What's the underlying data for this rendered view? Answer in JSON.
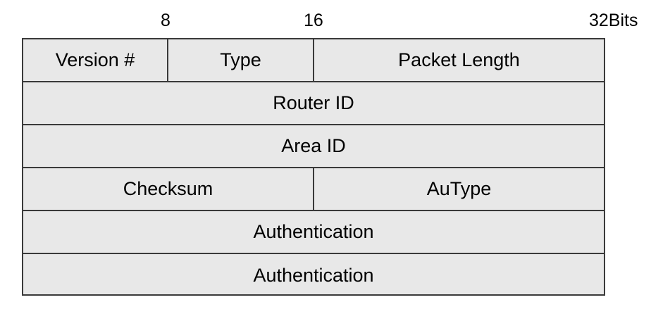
{
  "bit_markers": [
    "8",
    "16",
    "32Bits"
  ],
  "rows": [
    {
      "fields": [
        "Version #",
        "Type",
        "Packet Length"
      ]
    },
    {
      "fields": [
        "Router ID"
      ]
    },
    {
      "fields": [
        "Area ID"
      ]
    },
    {
      "fields": [
        "Checksum",
        "AuType"
      ]
    },
    {
      "fields": [
        "Authentication"
      ]
    },
    {
      "fields": [
        "Authentication"
      ]
    }
  ],
  "colors": {
    "cell_fill": "#e8e8e8",
    "border": "#3a3a3a",
    "text": "#000000"
  }
}
